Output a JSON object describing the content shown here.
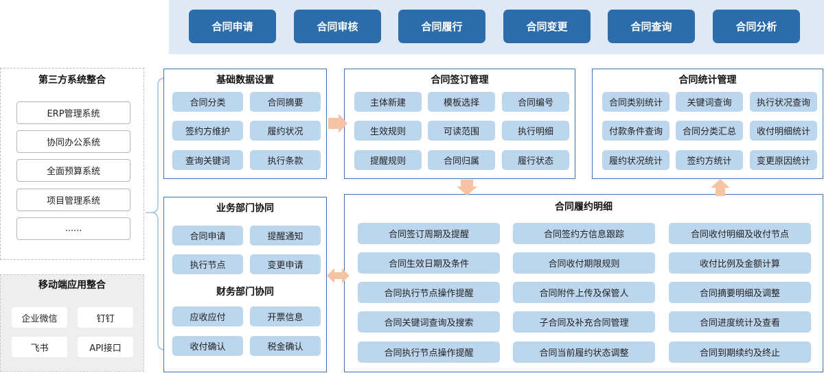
{
  "top_modules": [
    "合同申请",
    "合同审核",
    "合同履行",
    "合同变更",
    "合同查询",
    "合同分析"
  ],
  "third_party": {
    "title": "第三方系统整合",
    "items": [
      "ERP管理系统",
      "协同办公系统",
      "全面预算系统",
      "项目管理系统",
      "......"
    ]
  },
  "mobile": {
    "title": "移动端应用整合",
    "items": [
      "企业微信",
      "钉钉",
      "飞书",
      "API接口"
    ]
  },
  "basic_data": {
    "title": "基础数据设置",
    "items": [
      "合同分类",
      "合同摘要",
      "签约方维护",
      "履约状况",
      "查询关键词",
      "执行条款"
    ]
  },
  "signing": {
    "title": "合同签订管理",
    "items": [
      "主体新建",
      "模板选择",
      "合同编号",
      "生效规则",
      "可读范围",
      "执行明细",
      "提醒规则",
      "合同归属",
      "履行状态"
    ]
  },
  "statistics": {
    "title": "合同统计管理",
    "items": [
      "合同类别统计",
      "关键词查询",
      "执行状况查询",
      "付款条件查询",
      "合同分类汇总",
      "收付明细统计",
      "履约状况统计",
      "签约方统计",
      "变更原因统计"
    ]
  },
  "business": {
    "title": "业务部门协同",
    "items": [
      "合同申请",
      "提醒通知",
      "执行节点",
      "变更申请"
    ]
  },
  "finance": {
    "title": "财务部门协同",
    "items": [
      "应收应付",
      "开票信息",
      "收付确认",
      "税金确认"
    ]
  },
  "performance": {
    "title": "合同履约明细",
    "items": [
      "合同签订周期及提醒",
      "合同签约方信息跟踪",
      "合同收付明细及收付节点",
      "合同生效日期及条件",
      "合同收付期限规则",
      "收付比例及金额计算",
      "合同执行节点操作提醒",
      "合同附件上传及保管人",
      "合同摘要明细及调整",
      "合同关键词查询及搜索",
      "子合同及补充合同管理",
      "合同进度统计及查看",
      "合同执行节点操作提醒",
      "合同当前履约状态调整",
      "合同到期续约及终止"
    ]
  }
}
